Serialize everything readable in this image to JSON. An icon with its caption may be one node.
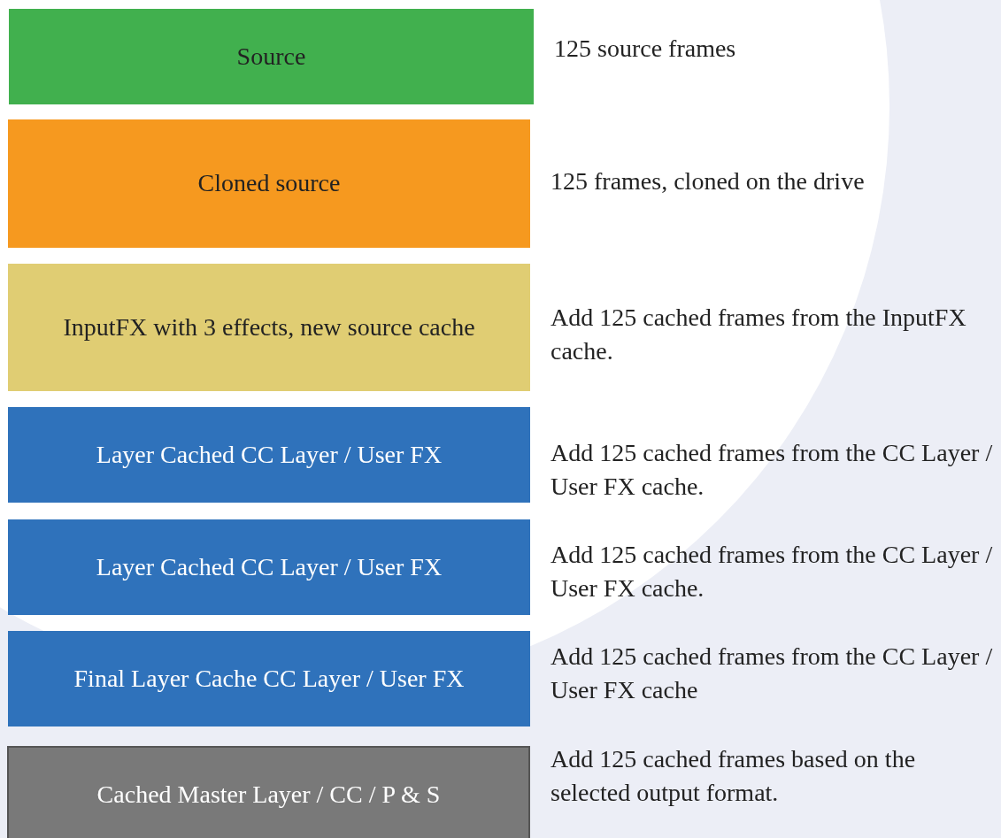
{
  "diagram": {
    "nodes": [
      {
        "text": [
          "Source"
        ],
        "beside": [
          "125 source frames"
        ]
      },
      {
        "text": [
          "Cloned source"
        ],
        "beside": [
          "125 frames, cloned on the drive"
        ]
      },
      {
        "text": [
          "InputFX with 3 effects, new source cache"
        ],
        "beside": [
          "Add 125 cached frames from the InputFX cache."
        ]
      },
      {
        "text": [
          "Layer Cached CC Layer / User FX"
        ],
        "beside": [
          "Add 125 cached frames from the CC Layer / User FX cache."
        ]
      },
      {
        "text": [
          "Layer Cached CC Layer / User FX"
        ],
        "beside": [
          "Add 125 cached frames from the CC Layer / User FX cache."
        ]
      },
      {
        "text": [
          "Final Layer Cache CC Layer / User FX"
        ],
        "beside": [
          "Add 125 cached frames from the CC Layer / User FX cache"
        ]
      },
      {
        "text": [
          "Cached Master Layer / CC / P & S"
        ],
        "beside": [
          "Add 125 cached frames based on the selected output format."
        ]
      }
    ]
  }
}
